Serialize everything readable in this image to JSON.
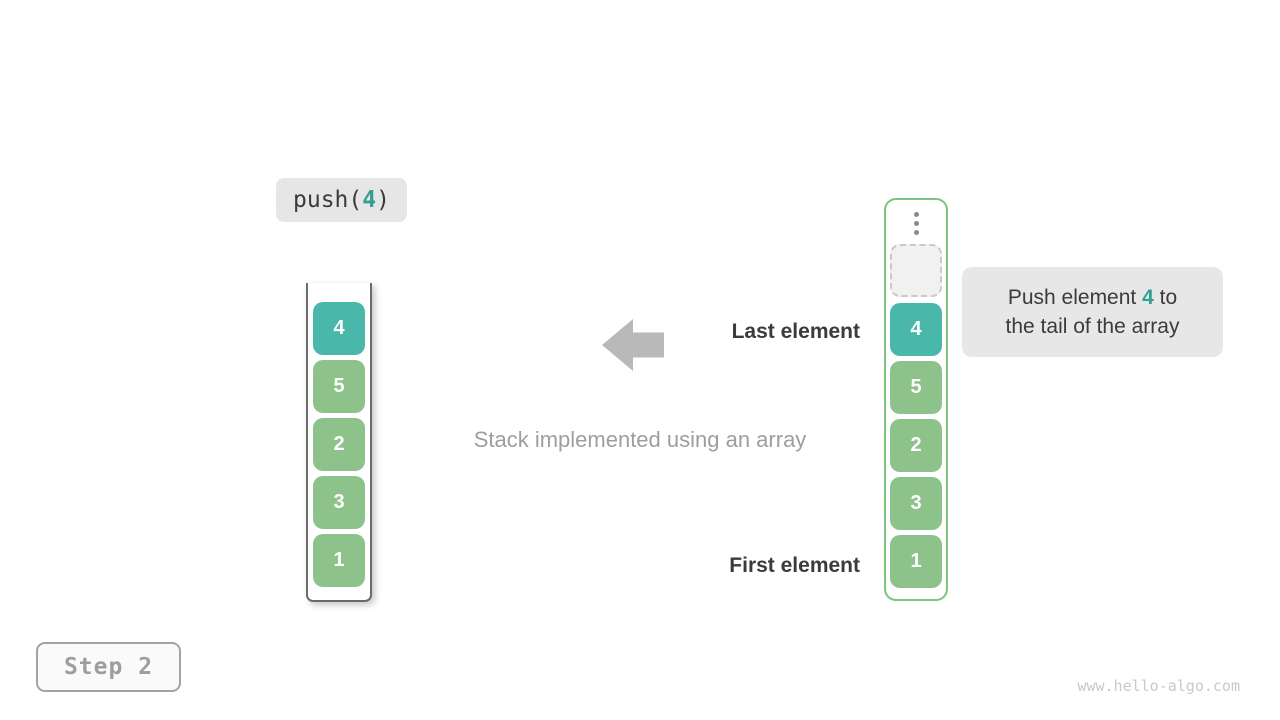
{
  "page": {
    "background": "#ffffff",
    "watermark": "www.hello-algo.com"
  },
  "step_badge": {
    "label": "Step 2"
  },
  "operation": {
    "prefix": "push(",
    "arg": "4",
    "suffix": ")"
  },
  "caption": "Stack implemented using an array",
  "pointer_labels": {
    "last": "Last element",
    "first": "First element"
  },
  "callout": {
    "line1_pre": "Push element ",
    "value": "4",
    "line1_post": " to",
    "line2": "the tail of the array"
  },
  "left_stack": {
    "items": [
      {
        "value": "4",
        "highlight": true
      },
      {
        "value": "5",
        "highlight": false
      },
      {
        "value": "2",
        "highlight": false
      },
      {
        "value": "3",
        "highlight": false
      },
      {
        "value": "1",
        "highlight": false
      }
    ]
  },
  "right_stack": {
    "has_ellipsis": true,
    "has_empty_slot": true,
    "items": [
      {
        "value": "4",
        "highlight": true
      },
      {
        "value": "5",
        "highlight": false
      },
      {
        "value": "2",
        "highlight": false
      },
      {
        "value": "3",
        "highlight": false
      },
      {
        "value": "1",
        "highlight": false
      }
    ]
  },
  "colors": {
    "page_bg": "#ffffff",
    "teal": "#4ab7ab",
    "green": "#8dc28b",
    "teal_text": "#359e92",
    "dark_text": "#3b3b3b",
    "caption_gray": "#9e9e9e",
    "label_bg": "#e6e6e6",
    "callout_bg": "#e7e7e7",
    "arrow_gray": "#b9b9b9",
    "box_border": "#6b6b6b",
    "stack_border_green": "#7cc47f",
    "dash_border": "#c9c9c9",
    "dash_fill": "#f1f1f1",
    "dot_gray": "#8a8a8a",
    "step_border": "#a3a3a3",
    "watermark_gray": "#c9c9c9"
  }
}
